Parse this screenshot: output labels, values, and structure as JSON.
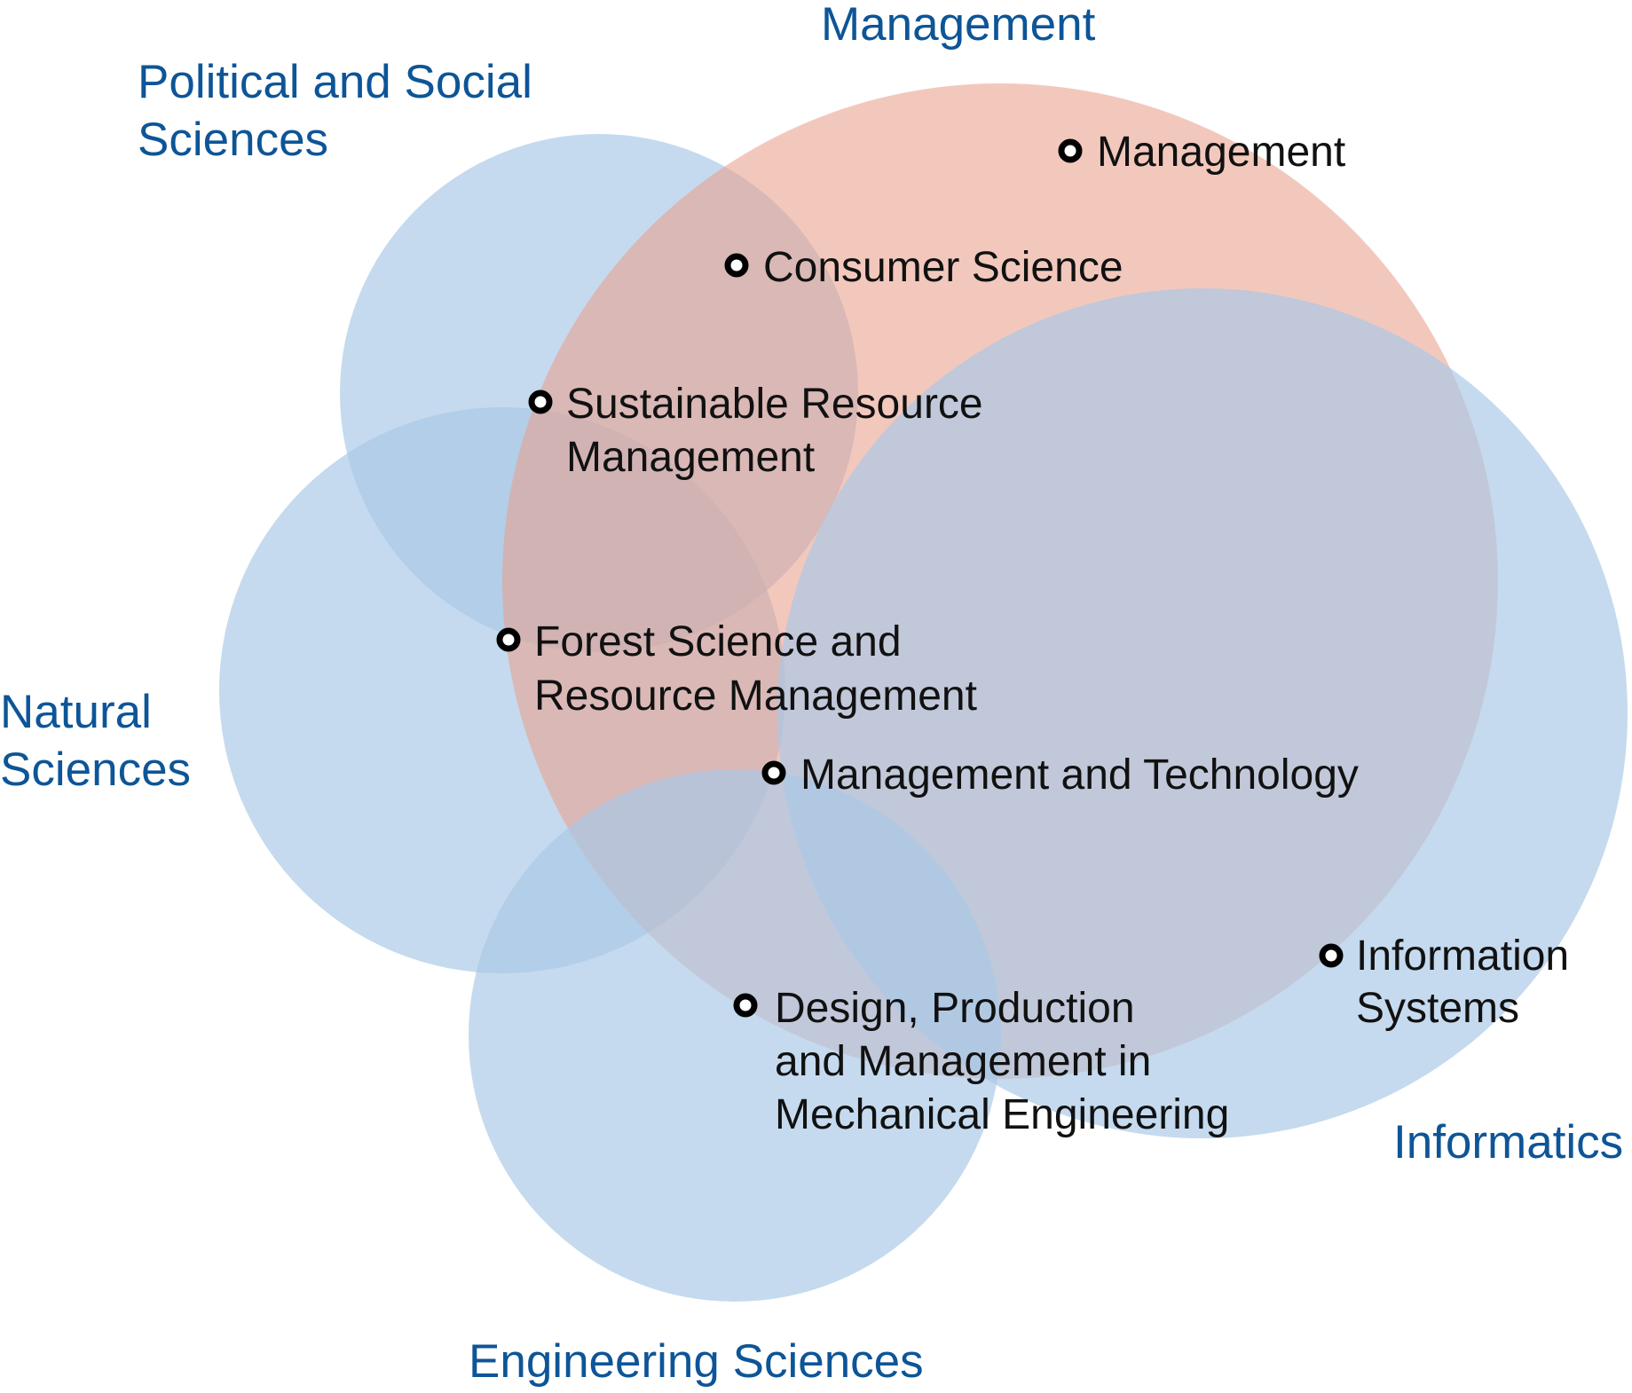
{
  "colors": {
    "field_blue": "#a9c9e6",
    "management_salmon": "#e8a08e",
    "field_label": "#0d5597",
    "program_text": "#111111",
    "marker_ring": "#000000",
    "marker_fill": "#ffffff"
  },
  "fields": {
    "management": "Management",
    "political_social_1": "Political and Social",
    "political_social_2": "Sciences",
    "natural_1": "Natural",
    "natural_2": "Sciences",
    "engineering": "Engineering Sciences",
    "informatics": "Informatics"
  },
  "programs": {
    "management": "Management",
    "consumer_science": "Consumer Science",
    "sustainable_1": "Sustainable Resource",
    "sustainable_2": "Management",
    "forest_1": "Forest Science and",
    "forest_2": "Resource Management",
    "mgmt_tech": "Management and Technology",
    "info_sys_1": "Information",
    "info_sys_2": "Systems",
    "design_1": "Design, Production",
    "design_2": "and Management in",
    "design_3": "Mechanical Engineering"
  }
}
